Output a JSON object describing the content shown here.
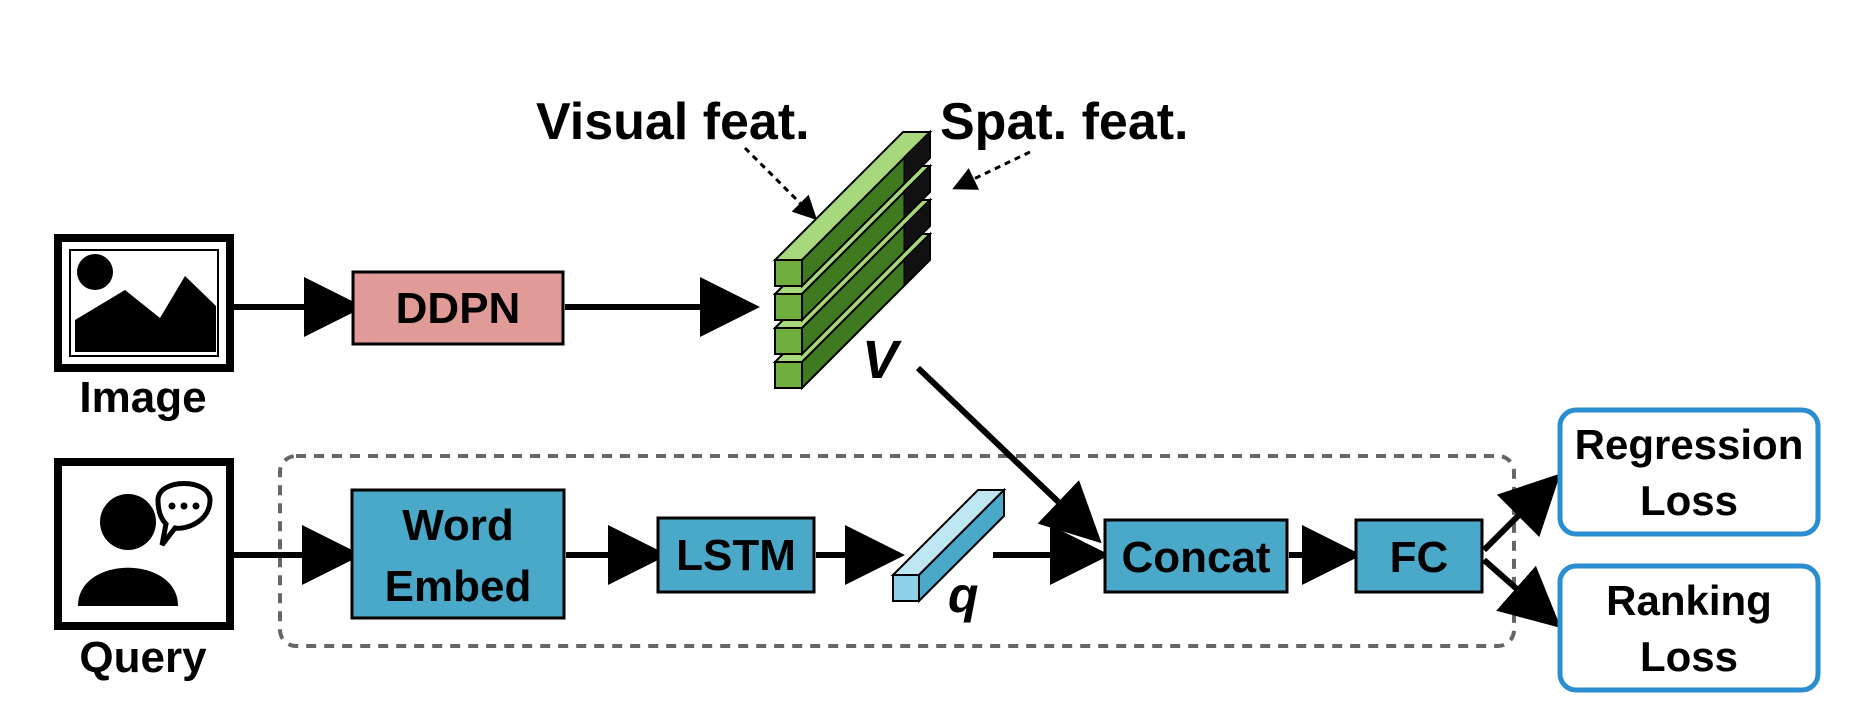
{
  "labels": {
    "visual_feat": "Visual feat.",
    "spat_feat": "Spat. feat.",
    "image": "Image",
    "query": "Query",
    "v": "V",
    "q": "q"
  },
  "boxes": {
    "ddpn": "DDPN",
    "word_embed_line1": "Word",
    "word_embed_line2": "Embed",
    "lstm": "LSTM",
    "concat": "Concat",
    "fc": "FC",
    "regression_line1": "Regression",
    "regression_line2": "Loss",
    "ranking_line1": "Ranking",
    "ranking_line2": "Loss"
  },
  "colors": {
    "ddpn_fill": "#e09b98",
    "blue_fill": "#4aa9c9",
    "q_fill": "#8fd1e6",
    "green_fill": "#7fbf4f",
    "loss_border": "#2b8ed0",
    "dash": "#666666"
  }
}
